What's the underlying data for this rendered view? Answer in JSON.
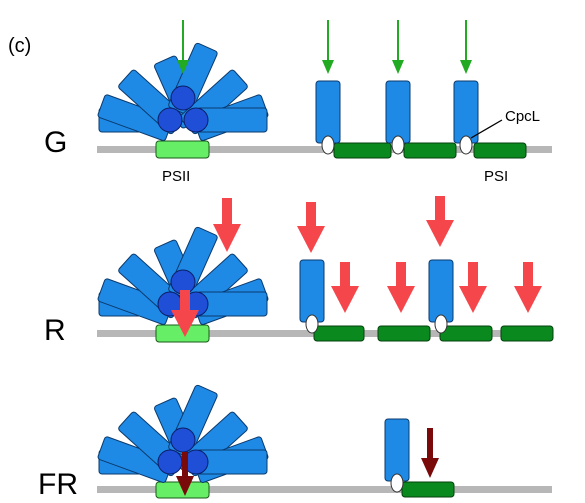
{
  "panel_label": "(c)",
  "rows": [
    {
      "label": "G",
      "light": "green"
    },
    {
      "label": "R",
      "light": "red"
    },
    {
      "label": "FR",
      "light": "far-red"
    }
  ],
  "annotations": {
    "psii": "PSII",
    "psi": "PSI",
    "cpcl": "CpcL"
  },
  "colors": {
    "phycobilisome_rod": "#1e8ae6",
    "core_cylinder": "#1f4fd6",
    "psii_complex": "#66ee66",
    "psi_complex": "#0a8a1e",
    "membrane": "#b7b7b7",
    "arrow_green": "#22aa22",
    "arrow_red": "#f5474b",
    "arrow_far_red": "#7a0a0a"
  }
}
